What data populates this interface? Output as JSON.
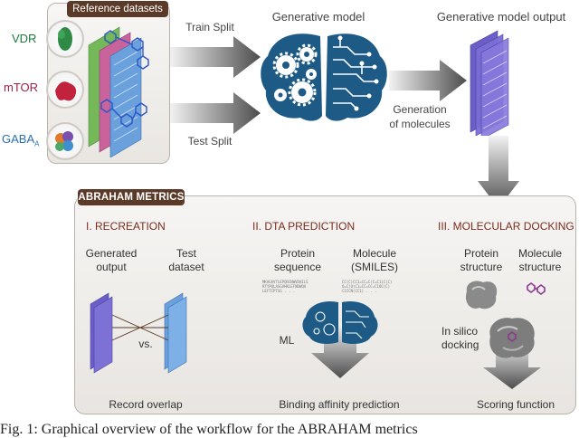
{
  "reference": {
    "title": "Reference datasets",
    "targets": [
      {
        "name": "VDR",
        "color": "#1a7a3c"
      },
      {
        "name": "mTOR",
        "color": "#9c2244"
      },
      {
        "name": "GABA",
        "sub": "A",
        "color": "#2b6fb0"
      }
    ]
  },
  "flow": {
    "train_split": "Train Split",
    "test_split": "Test Split",
    "generative_model": "Generative model",
    "generative_output": "Generative model output",
    "generation_line1": "Generation",
    "generation_line2": "of molecules"
  },
  "metrics": {
    "title": "ABRAHAM METRICS",
    "recreation": {
      "title": "I. RECREATION",
      "left_line1": "Generated",
      "left_line2": "output",
      "right_line1": "Test",
      "right_line2": "dataset",
      "vs": "vs.",
      "bottom": "Record overlap"
    },
    "dta": {
      "title": "II. DTA PREDICTION",
      "left_line1": "Protein",
      "left_line2": "sequence",
      "right_line1": "Molecule",
      "right_line2": "(SMILES)",
      "ml": "ML",
      "bottom": "Binding affinity prediction"
    },
    "docking": {
      "title": "III. MOLECULAR DOCKING",
      "left_line1": "Protein",
      "left_line2": "structure",
      "right_line1": "Molecule",
      "right_line2": "structure",
      "insilico_line1": "In silico",
      "insilico_line2": "docking",
      "bottom": "Scoring function"
    }
  },
  "caption": "Fig. 1: Graphical overview of the workflow for the ABRAHAM metrics",
  "colors": {
    "brown": "#5b3a27",
    "blue_brain": "#1d5a86",
    "purple": "#6b5fc7",
    "blue_pages": "#6aa0dc",
    "green_pages": "#74b85a",
    "pink_pages": "#c8639b",
    "arrow_grey": "#5f5f5f"
  }
}
